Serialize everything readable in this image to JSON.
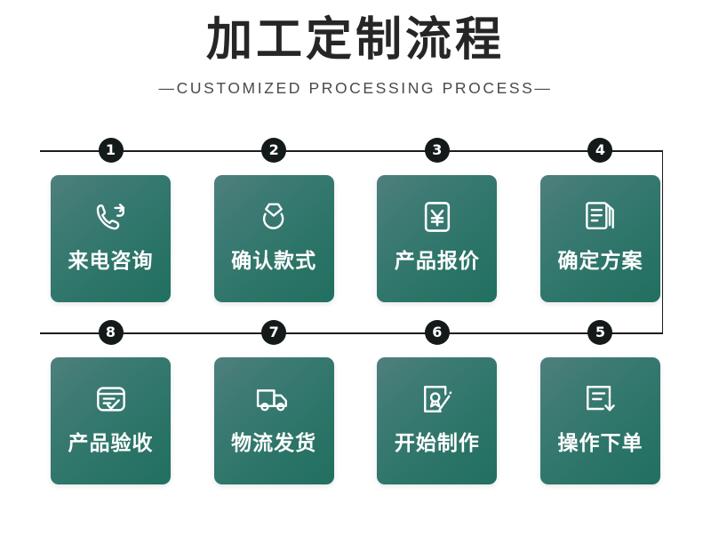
{
  "header": {
    "title": "加工定制流程",
    "subtitle": "—CUSTOMIZED PROCESSING PROCESS—"
  },
  "theme": {
    "background": "#ffffff",
    "card_gradient_start": "#4f7f7d",
    "card_gradient_end": "#217060",
    "badge_background": "#141a1a",
    "badge_text": "#ffffff",
    "line_color": "#1c1c1c",
    "title_color": "#262626",
    "subtitle_color": "#4a4a4a",
    "card_text": "#ffffff"
  },
  "rows": [
    {
      "name": "row-1",
      "steps": [
        {
          "number": "1",
          "label": "来电咨询",
          "icon": "phone-forward-icon"
        },
        {
          "number": "2",
          "label": "确认款式",
          "icon": "diamond-ring-icon"
        },
        {
          "number": "3",
          "label": "产品报价",
          "icon": "yen-price-icon"
        },
        {
          "number": "4",
          "label": "确定方案",
          "icon": "documents-stack-icon"
        }
      ]
    },
    {
      "name": "row-2",
      "steps": [
        {
          "number": "8",
          "label": "产品验收",
          "icon": "checklist-box-icon"
        },
        {
          "number": "7",
          "label": "物流发货",
          "icon": "delivery-truck-icon"
        },
        {
          "number": "6",
          "label": "开始制作",
          "icon": "design-document-pen-icon"
        },
        {
          "number": "5",
          "label": "操作下单",
          "icon": "document-download-icon"
        }
      ]
    }
  ]
}
